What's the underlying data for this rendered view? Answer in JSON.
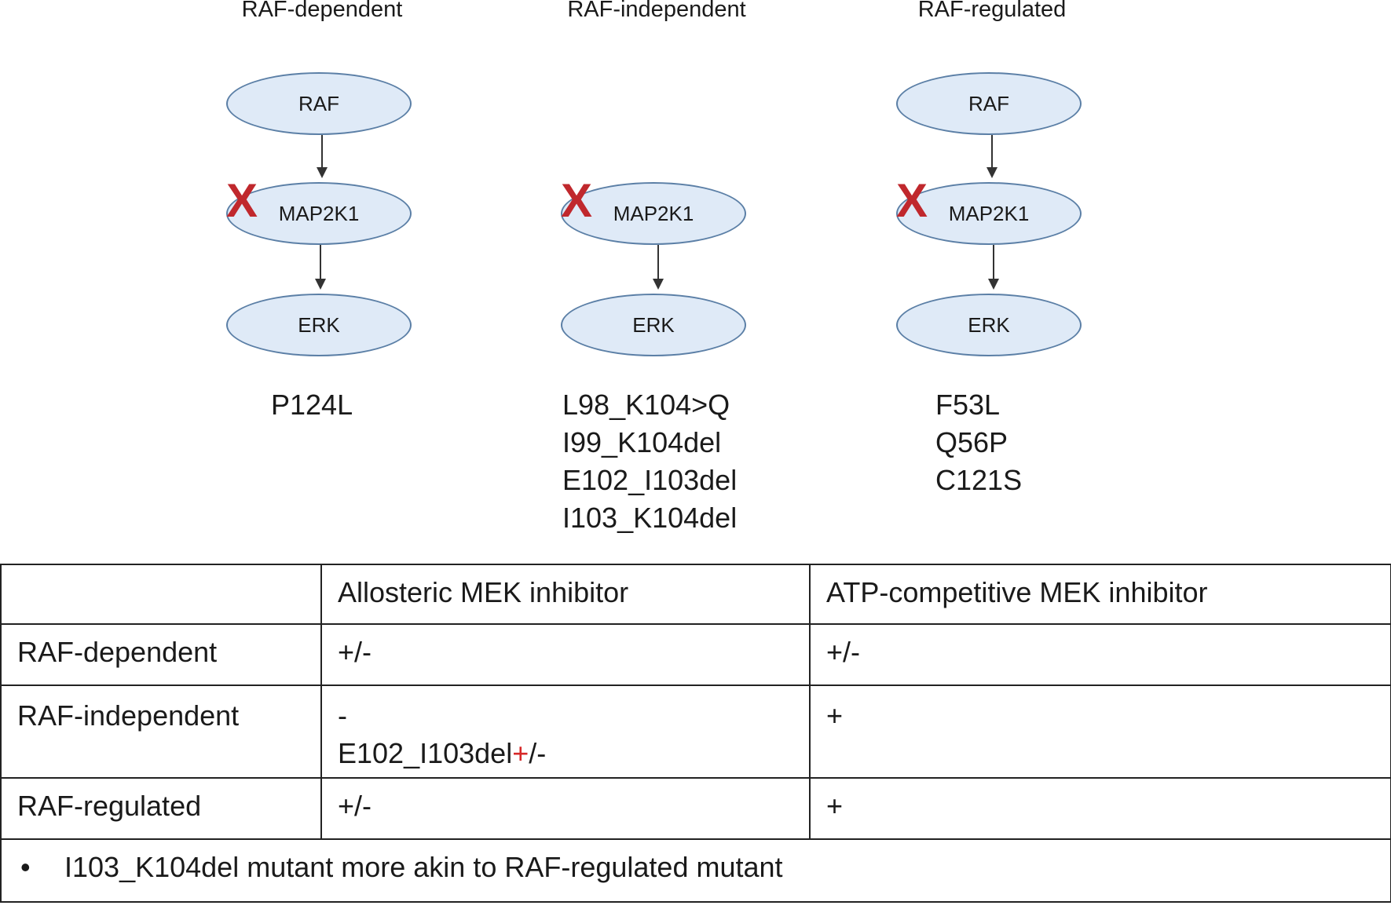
{
  "panels": [
    {
      "title": "RAF-dependent",
      "nodes": [
        "RAF",
        "MAP2K1",
        "ERK"
      ],
      "mutations": [
        "P124L"
      ]
    },
    {
      "title": "RAF-independent",
      "nodes": [
        "MAP2K1",
        "ERK"
      ],
      "mutations": [
        "L98_K104>Q",
        "I99_K104del",
        "E102_I103del",
        "I103_K104del"
      ]
    },
    {
      "title": "RAF-regulated",
      "nodes": [
        "RAF",
        "MAP2K1",
        "ERK"
      ],
      "mutations": [
        "F53L",
        "Q56P",
        "C121S"
      ]
    }
  ],
  "marker": "X",
  "colors": {
    "node_fill": "#dfeaf7",
    "node_border": "#5b7fa6",
    "x_mark": "#c0282d",
    "highlight": "#d62828"
  },
  "table": {
    "header": [
      "",
      "Allosteric MEK inhibitor",
      "ATP-competitive MEK inhibitor"
    ],
    "rows": [
      {
        "label": "RAF-dependent",
        "allosteric": "+/-",
        "atp": "+/-"
      },
      {
        "label": "RAF-independent",
        "allosteric": "-",
        "allosteric_extra_prefix": "E102_I103del",
        "allosteric_extra_plus": "+",
        "allosteric_extra_suffix": "/-",
        "atp": "+"
      },
      {
        "label": "RAF-regulated",
        "allosteric": "+/-",
        "atp": "+"
      }
    ],
    "note_bullet": "•",
    "note": "I103_K104del mutant more akin to RAF-regulated mutant"
  }
}
